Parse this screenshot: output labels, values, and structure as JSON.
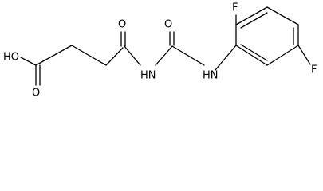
{
  "molecule": {
    "atoms": {
      "hydroxyl": "HO",
      "acid_carbonyl_oxygen": "O",
      "amide_carbonyl_oxygen": "O",
      "imide_nitrogen": "HN",
      "urea_carbonyl_oxygen": "O",
      "aryl_amine_nitrogen": "HN",
      "fluorine_top": "F",
      "fluorine_right": "F"
    }
  }
}
